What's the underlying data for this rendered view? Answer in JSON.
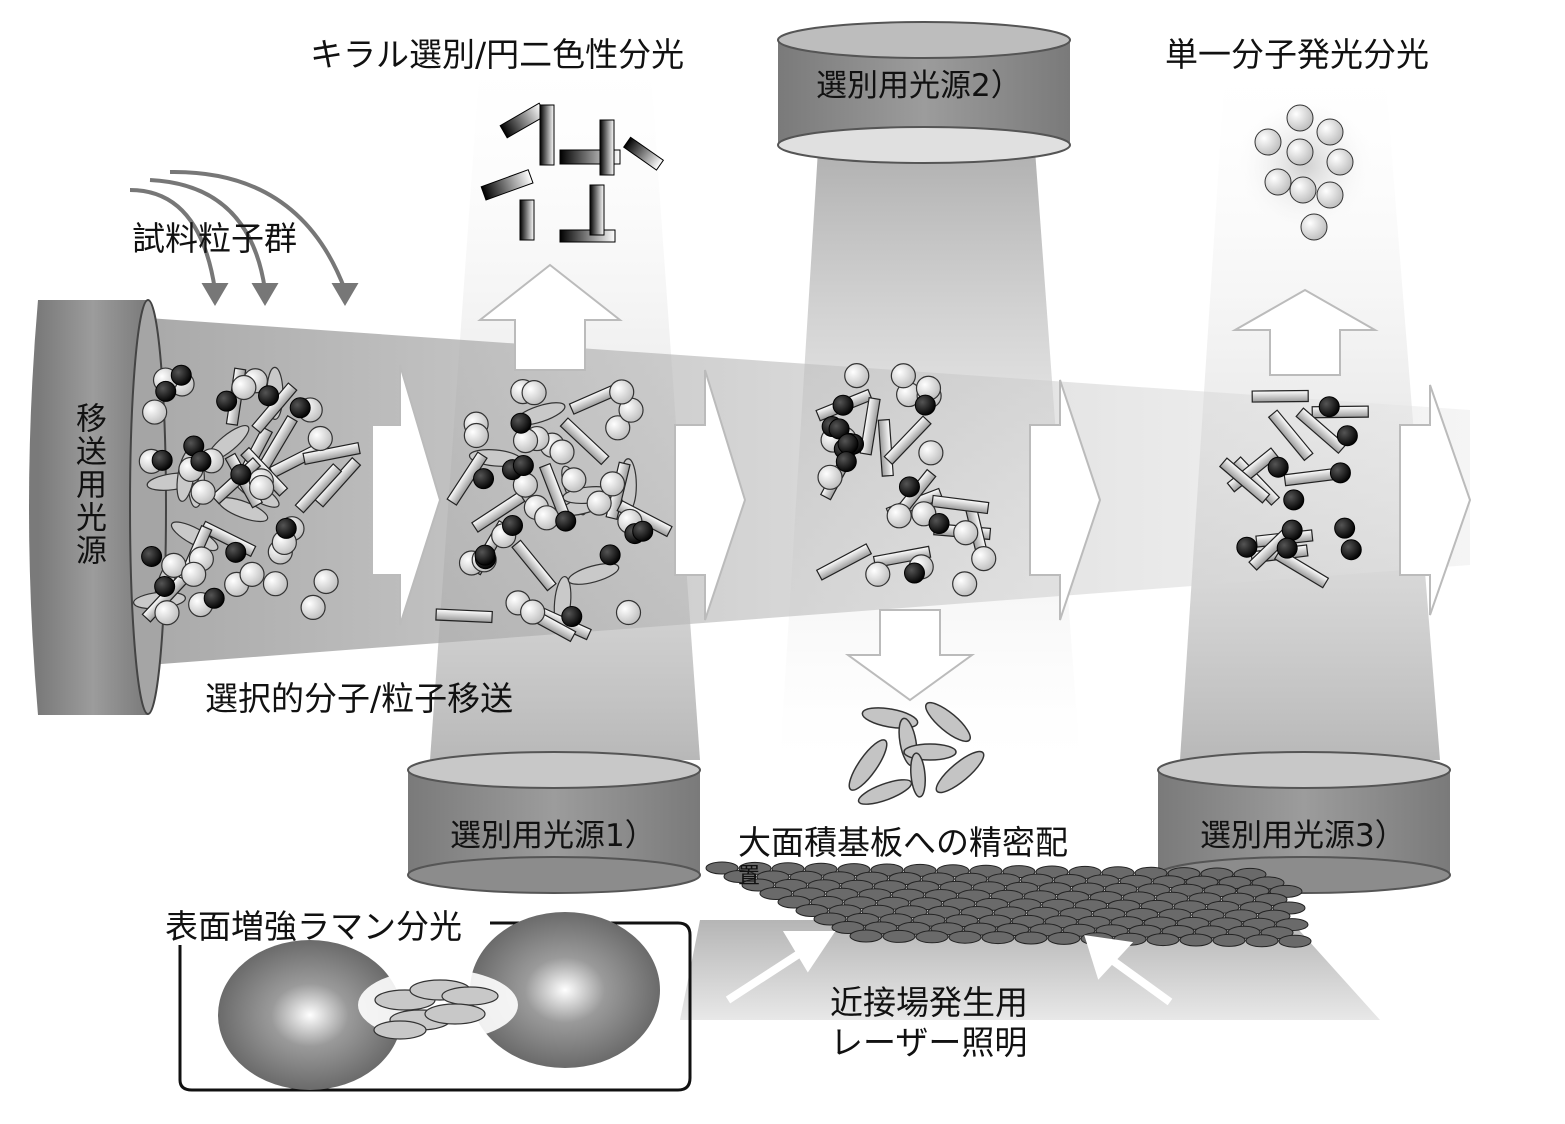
{
  "labels": {
    "chiral": "キラル選別/円二色性分光",
    "source2": "選別用光源2）",
    "single_molecule": "単一分子発光分光",
    "sample_particles": "試料粒子群",
    "transport_source": "移送用光源",
    "selective_transport": "選択的分子/粒子移送",
    "source1": "選別用光源1）",
    "source3": "選別用光源3）",
    "precise_arrangement_1": "大面積基板への精密配",
    "precise_arrangement_2": "置",
    "sers": "表面増強ラマン分光",
    "nearfield_1": "近接場発生用",
    "nearfield_2": "レーザー照明"
  },
  "colors": {
    "cylinder": "#8c8c8c",
    "cylinder_top": "#bdbdbd",
    "beam": "#c8c8c8",
    "particle_white": "#f2f2f2",
    "particle_black": "#111111",
    "box_border": "#111111"
  }
}
